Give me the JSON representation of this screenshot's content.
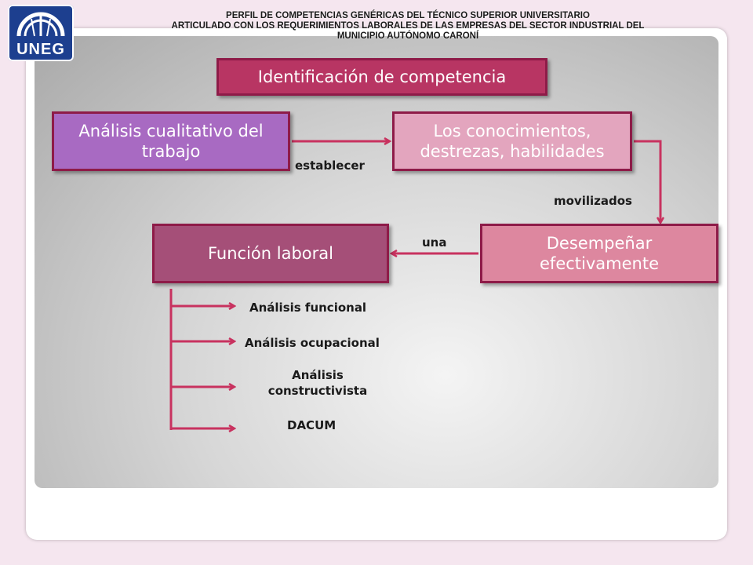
{
  "header": {
    "logo_text": "UNEG",
    "line1": "PERFIL  DE   COMPETENCIAS GENÉRICAS   DEL TÉCNICO SUPERIOR UNIVERSITARIO",
    "line2": "ARTICULADO  CON  LOS REQUERIMIENTOS   LABORALES DE LAS EMPRESAS DEL SECTOR INDUSTRIAL  DEL",
    "line3": "MUNICIPIO AUTÓNOMO CARONÍ"
  },
  "diagram": {
    "title": "Identificación de competencia",
    "box_analisis": {
      "line1": "Análisis cualitativo del",
      "line2": "trabajo"
    },
    "box_conocimientos": {
      "line1": "Los conocimientos,",
      "line2": "destrezas, habilidades"
    },
    "box_desempenar": {
      "line1": "Desempeñar",
      "line2": "efectivamente"
    },
    "box_funcion": "Función laboral",
    "label_establecer": "establecer",
    "label_movilizados": "movilizados",
    "label_una": "una",
    "items": [
      "Análisis funcional",
      "Análisis ocupacional",
      {
        "line1": "Análisis",
        "line2": "constructivista"
      },
      "DACUM"
    ]
  },
  "colors": {
    "arrow": "#c8325f",
    "title_box": "#b83563",
    "analisis_box": "#a86ac2",
    "conocimientos_box": "#e3a5be",
    "desempenar_box": "#dd879f",
    "funcion_box": "#a54f78",
    "border": "#8e1b48"
  }
}
